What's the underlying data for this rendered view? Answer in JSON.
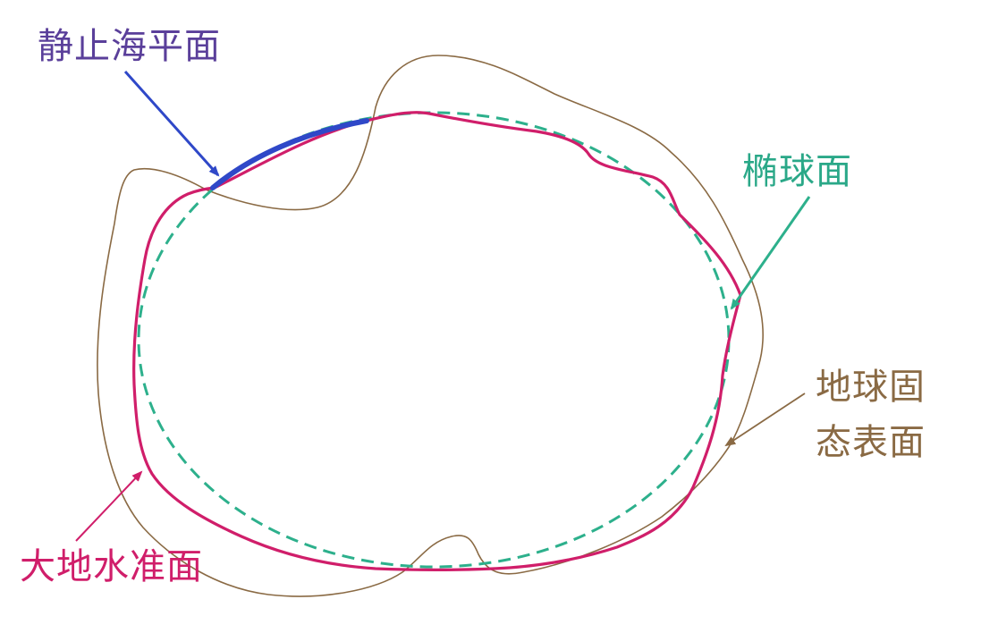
{
  "labels": {
    "static_sea_surface": "静止海平面",
    "ellipsoid": "椭球面",
    "solid_surface_line1": "地球固",
    "solid_surface_line2": "态表面",
    "geoid": "大地水准面"
  },
  "colors": {
    "static_sea_surface": "#3b3fb0",
    "static_sea_line": "#2f48c8",
    "ellipsoid": "#2db08c",
    "solid_surface": "#8a6a44",
    "geoid": "#d01e6a",
    "label_sea": "#5a3f9a",
    "label_ellipsoid": "#2aa888",
    "label_solid": "#8a6a44",
    "label_geoid": "#d01e6a"
  }
}
